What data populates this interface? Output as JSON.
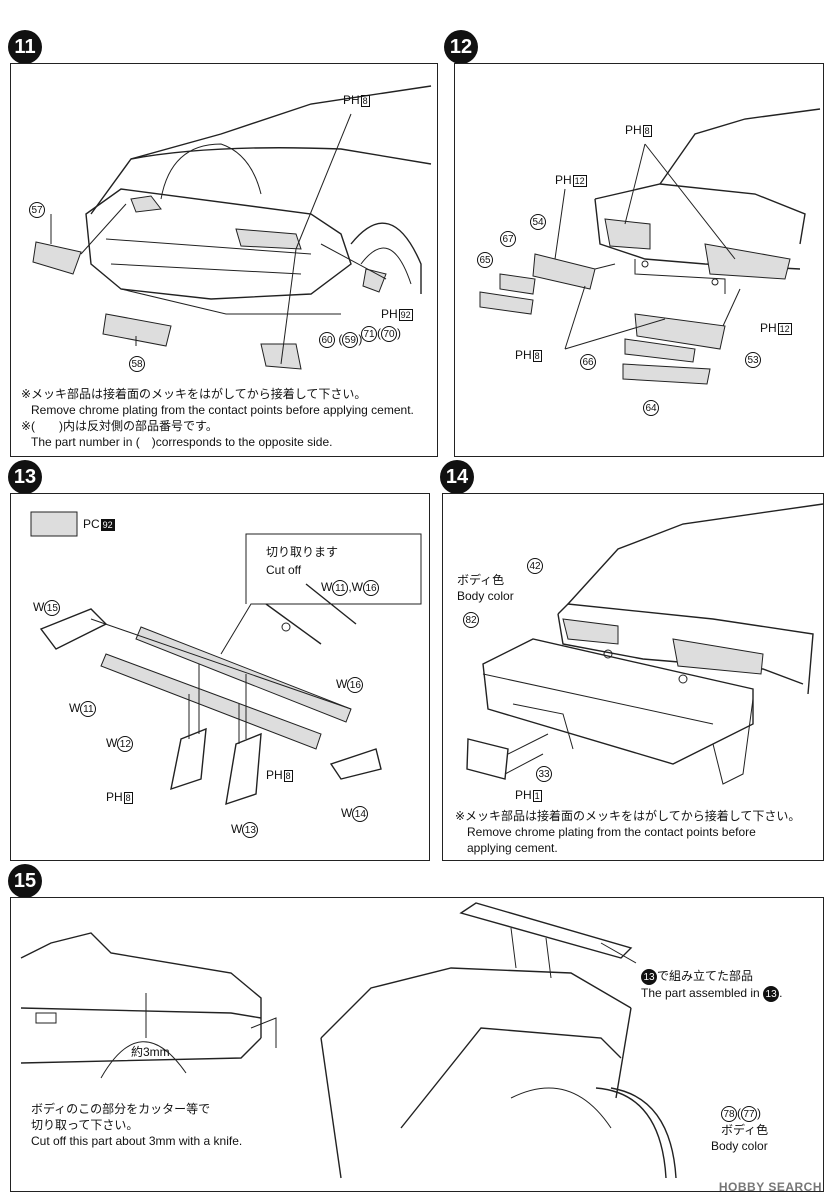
{
  "steps": [
    "11",
    "12",
    "13",
    "14",
    "15"
  ],
  "step11": {
    "labels": {
      "p57": "57",
      "p58": "58",
      "p60": "60",
      "p59": "59",
      "p71": "71",
      "p70": "70",
      "ph": "PH",
      "ph8": "8",
      "ph92": "92"
    },
    "note_jp": "※メッキ部品は接着面のメッキをはがしてから接着して下さい。",
    "note_en": "Remove chrome plating from the contact points before applying cement.",
    "note2_jp": "※(　　)内は反対側の部品番号です。",
    "note2_en": "The part number in (　)corresponds to the opposite side."
  },
  "step12": {
    "labels": {
      "p54": "54",
      "p67": "67",
      "p65": "65",
      "p66": "66",
      "p64": "64",
      "p53": "53",
      "ph": "PH",
      "ph8": "8",
      "ph12": "12"
    }
  },
  "step13": {
    "pc": "PC",
    "pc92": "92",
    "cut_jp": "切り取ります",
    "cut_en": "Cut off",
    "w": "W",
    "w15": "15",
    "w11": "11",
    "w12": "12",
    "w13": "13",
    "w14": "14",
    "w16": "16",
    "ph": "PH",
    "ph8": "8"
  },
  "step14": {
    "body_jp": "ボディ色",
    "body_en": "Body color",
    "p42": "42",
    "p82": "82",
    "p33": "33",
    "ph": "PH",
    "ph1": "1",
    "note_jp": "※メッキ部品は接着面のメッキをはがしてから接着して下さい。",
    "note_en1": "Remove chrome plating from the contact points before",
    "note_en2": "applying cement."
  },
  "step15": {
    "mm": "約3mm",
    "cut_jp1": "ボディのこの部分をカッター等で",
    "cut_jp2": "切り取って下さい。",
    "cut_en": "Cut off this part about 3mm with a knife.",
    "assembled_jp": "で組み立てた部品",
    "assembled_en": "The part assembled in",
    "ref13": "13",
    "p78": "78",
    "p77": "77",
    "body_jp": "ボディ色",
    "body_en": "Body color"
  },
  "watermark": "HOBBY SEARCH"
}
